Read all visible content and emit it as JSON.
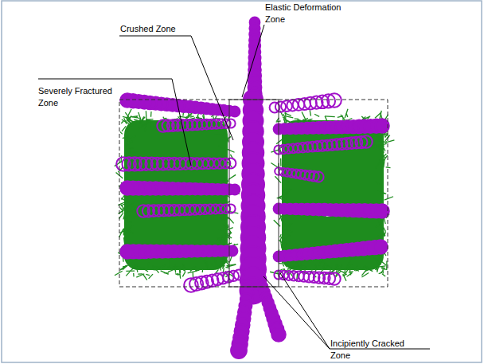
{
  "diagram": {
    "labels": [
      "Elastic Deformation Zone",
      "Crushed Zone",
      "Severely Fractured Zone",
      "Incipiently Cracked Zone"
    ]
  }
}
